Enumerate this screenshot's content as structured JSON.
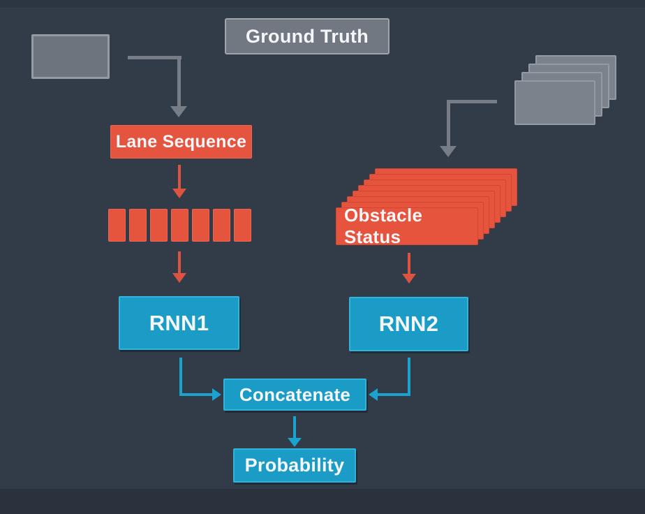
{
  "title": "Prediction network flow diagram",
  "colors": {
    "background": "#323c48",
    "top_band": "#2c3540",
    "bottom_band": "#2a333d",
    "gray_node": "#717882",
    "gray_border": "#a0a6ae",
    "gray_arrow": "#767d86",
    "red_node": "#e5543e",
    "red_arrow": "#dc5342",
    "blue_node": "#1b9cc6",
    "blue_border": "#2fb4dc",
    "blue_arrow": "#1ba3cf",
    "text": "#f4f6f8"
  },
  "nodes": {
    "ground_truth": {
      "label": "Ground Truth"
    },
    "lane_sequence": {
      "label": "Lane Sequence"
    },
    "obstacle_status": {
      "label": "Obstacle Status"
    },
    "rnn1": {
      "label": "RNN1"
    },
    "rnn2": {
      "label": "RNN2"
    },
    "concatenate": {
      "label": "Concatenate"
    },
    "probability": {
      "label": "Probability"
    }
  },
  "lane_cells": {
    "count": 7
  },
  "obstacle_stack": {
    "layers": 8,
    "step_x": 8,
    "step_y": 8
  },
  "input_image_stack": {
    "layers": 4,
    "step_x": 10,
    "step_y": 12
  },
  "arrows": [
    {
      "name": "input-image-to-lane-sequence",
      "color": "gray",
      "shape": "elbow-down"
    },
    {
      "name": "image-stack-to-obstacle-status",
      "color": "gray",
      "shape": "elbow-down"
    },
    {
      "name": "lane-sequence-to-cells",
      "color": "red",
      "shape": "down"
    },
    {
      "name": "cells-to-rnn1",
      "color": "red",
      "shape": "down"
    },
    {
      "name": "obstacle-status-to-rnn2",
      "color": "red",
      "shape": "down"
    },
    {
      "name": "rnn1-to-concatenate",
      "color": "blue",
      "shape": "elbow-right"
    },
    {
      "name": "rnn2-to-concatenate",
      "color": "blue",
      "shape": "elbow-left"
    },
    {
      "name": "concatenate-to-probability",
      "color": "blue",
      "shape": "down"
    }
  ]
}
